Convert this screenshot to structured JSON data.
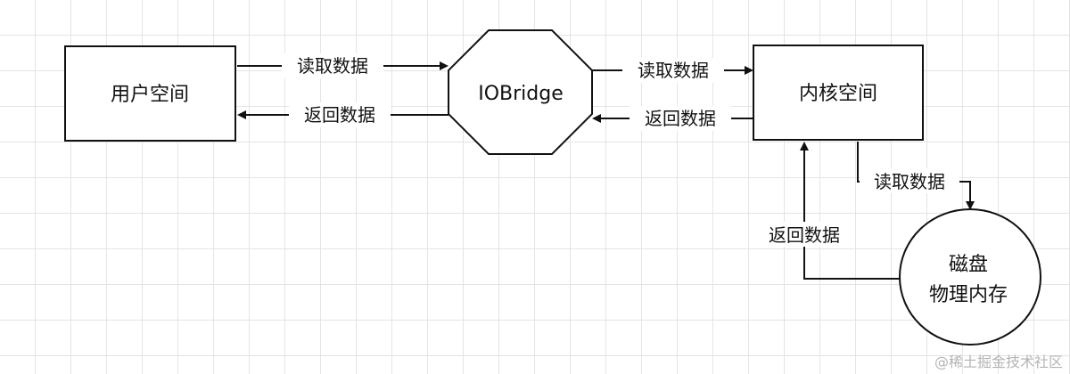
{
  "nodes": {
    "user_space": "用户空间",
    "io_bridge": "IOBridge",
    "kernel_space": "内核空间",
    "disk_line1": "磁盘",
    "disk_line2": "物理内存"
  },
  "edges": {
    "user_to_bridge": "读取数据",
    "bridge_to_user": "返回数据",
    "bridge_to_kernel": "读取数据",
    "kernel_to_bridge": "返回数据",
    "kernel_to_disk": "读取数据",
    "disk_to_kernel": "返回数据"
  },
  "watermark": "@稀土掘金技术社区"
}
